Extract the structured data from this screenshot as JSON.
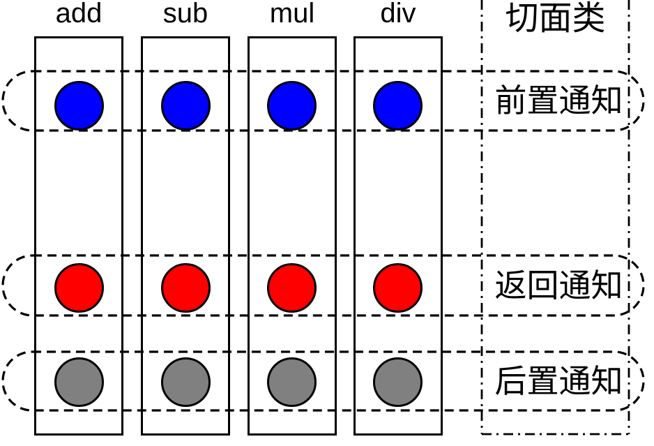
{
  "diagram": {
    "method_columns": [
      {
        "label": "add"
      },
      {
        "label": "sub"
      },
      {
        "label": "mul"
      },
      {
        "label": "div"
      }
    ],
    "aspect_panel": {
      "title": "切面类"
    },
    "advice_rows": [
      {
        "label": "前置通知",
        "color": "#0000ff"
      },
      {
        "label": "返回通知",
        "color": "#ff0000"
      },
      {
        "label": "后置通知",
        "color": "#808080"
      }
    ],
    "colors": {
      "outline": "#000000",
      "background": "#ffffff"
    }
  }
}
